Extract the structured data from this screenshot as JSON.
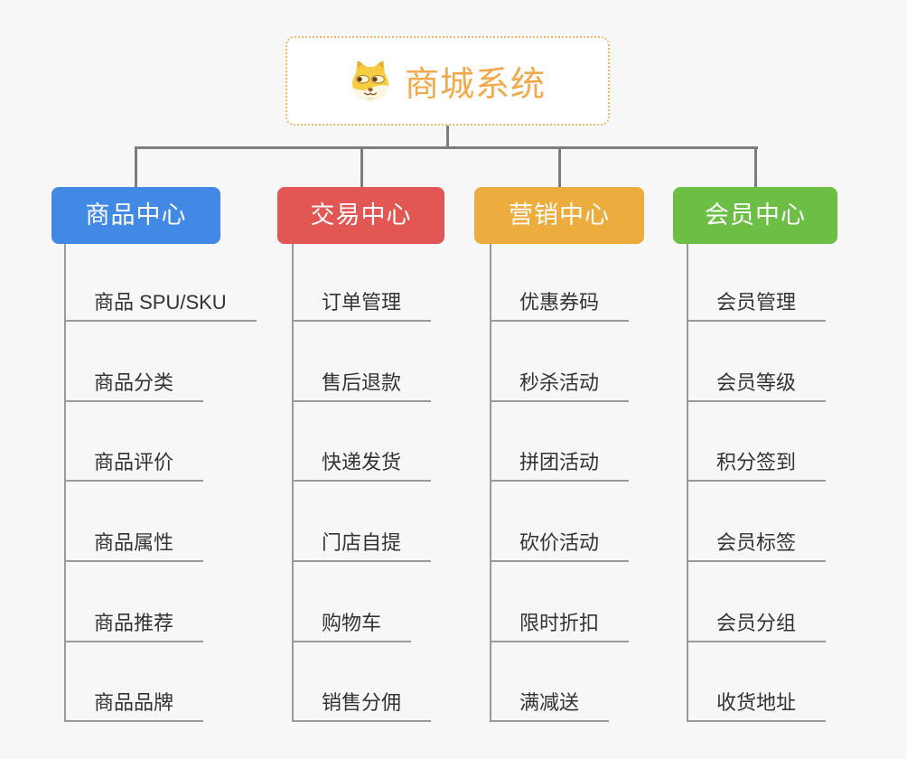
{
  "canvas": {
    "background": "#f7f7f7"
  },
  "root": {
    "label": "商城系统",
    "icon": "dog-face-icon",
    "text_color": "#f2a94a",
    "border_color": "#f4b96a",
    "background": "#ffffff"
  },
  "connector_color": "#7d7d7d",
  "leaf_line_color": "#9a9a9d",
  "leaf_text_color": "#333333",
  "branches": [
    {
      "id": "product-center",
      "label": "商品中心",
      "color": "#4289e6",
      "items": [
        "商品 SPU/SKU",
        "商品分类",
        "商品评价",
        "商品属性",
        "商品推荐",
        "商品品牌"
      ]
    },
    {
      "id": "trade-center",
      "label": "交易中心",
      "color": "#e25654",
      "items": [
        "订单管理",
        "售后退款",
        "快递发货",
        "门店自提",
        "购物车",
        "销售分佣"
      ]
    },
    {
      "id": "marketing-center",
      "label": "营销中心",
      "color": "#edad3e",
      "items": [
        "优惠券码",
        "秒杀活动",
        "拼团活动",
        "砍价活动",
        "限时折扣",
        "满减送"
      ]
    },
    {
      "id": "member-center",
      "label": "会员中心",
      "color": "#6cbe45",
      "items": [
        "会员管理",
        "会员等级",
        "积分签到",
        "会员标签",
        "会员分组",
        "收货地址"
      ]
    }
  ]
}
